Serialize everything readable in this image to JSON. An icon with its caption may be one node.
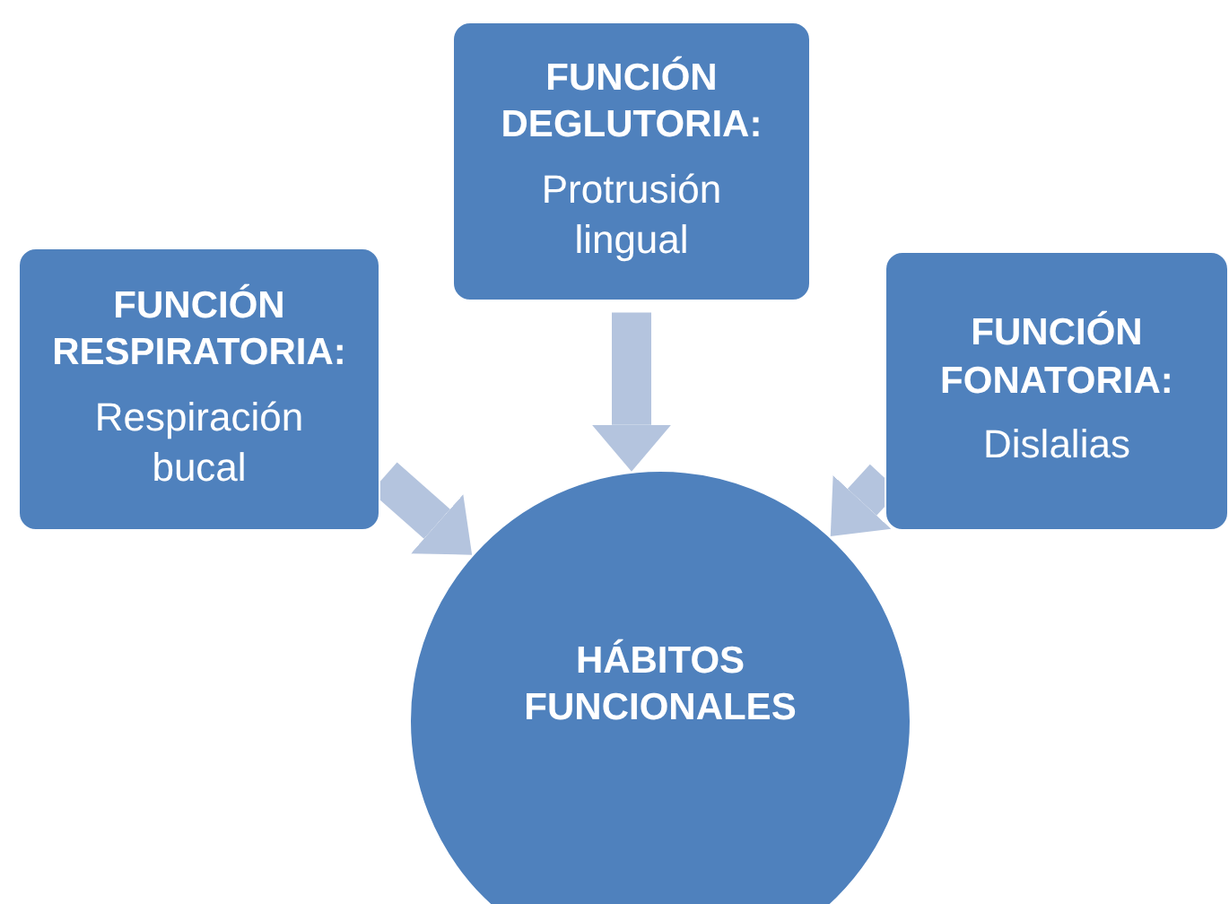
{
  "diagram": {
    "nodes": [
      {
        "text": [
          "FUNCIÓN DEGLUTORIA:",
          "Protrusión lingual"
        ]
      },
      {
        "text": [
          "FUNCIÓN RESPIRATORIA:",
          "Respiración bucal"
        ]
      },
      {
        "text": [
          "FUNCIÓN FONATORIA:",
          "Dislalias"
        ]
      },
      {
        "text": [
          "HÁBITOS FUNCIONALES"
        ]
      }
    ],
    "edges": [
      {
        "from": 0,
        "to": 3,
        "arrow": "to"
      },
      {
        "from": 1,
        "to": 3,
        "arrow": "to"
      },
      {
        "from": 2,
        "to": 3,
        "arrow": "to"
      }
    ]
  }
}
